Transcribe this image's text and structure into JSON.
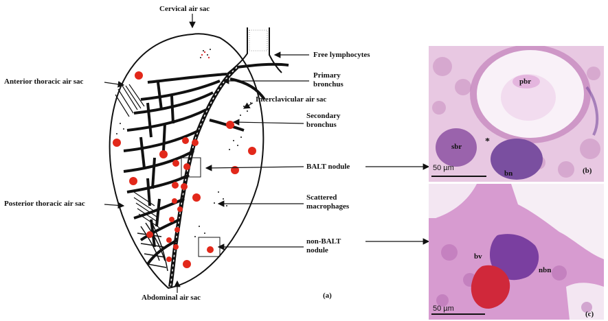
{
  "labels": {
    "cervical_air_sac": "Cervical air sac",
    "free_lymphocytes": "Free lymphocytes",
    "anterior_thoracic_air_sac": "Anterior thoracic air sac",
    "primary_bronchus": "Primary bronchus",
    "interclavicular_air_sac": "Interclavicular air sac",
    "secondary_bronchus": "Secondary bronchus",
    "balt_nodule": "BALT nodule",
    "posterior_thoracic_air_sac": "Posterior thoracic air sac",
    "scattered_macrophages": "Scattered macrophages",
    "non_balt_nodule": "non-BALT nodule",
    "abdominal_air_sac": "Abdominal air sac"
  },
  "panels": {
    "a": {
      "letter": "(a)"
    },
    "b": {
      "letter": "(b)",
      "scale": "50 µm",
      "pbr": "pbr",
      "sbr": "sbr",
      "bn": "bn",
      "star": "*"
    },
    "c": {
      "letter": "(c)",
      "scale": "50 µm",
      "bv": "bv",
      "nbn": "nbn"
    }
  },
  "colors": {
    "nodule_red": "#e2281a",
    "tissue_pink": "#dba6d0",
    "nodule_purple": "#7a4fa0",
    "blood_red": "#d0283a"
  }
}
